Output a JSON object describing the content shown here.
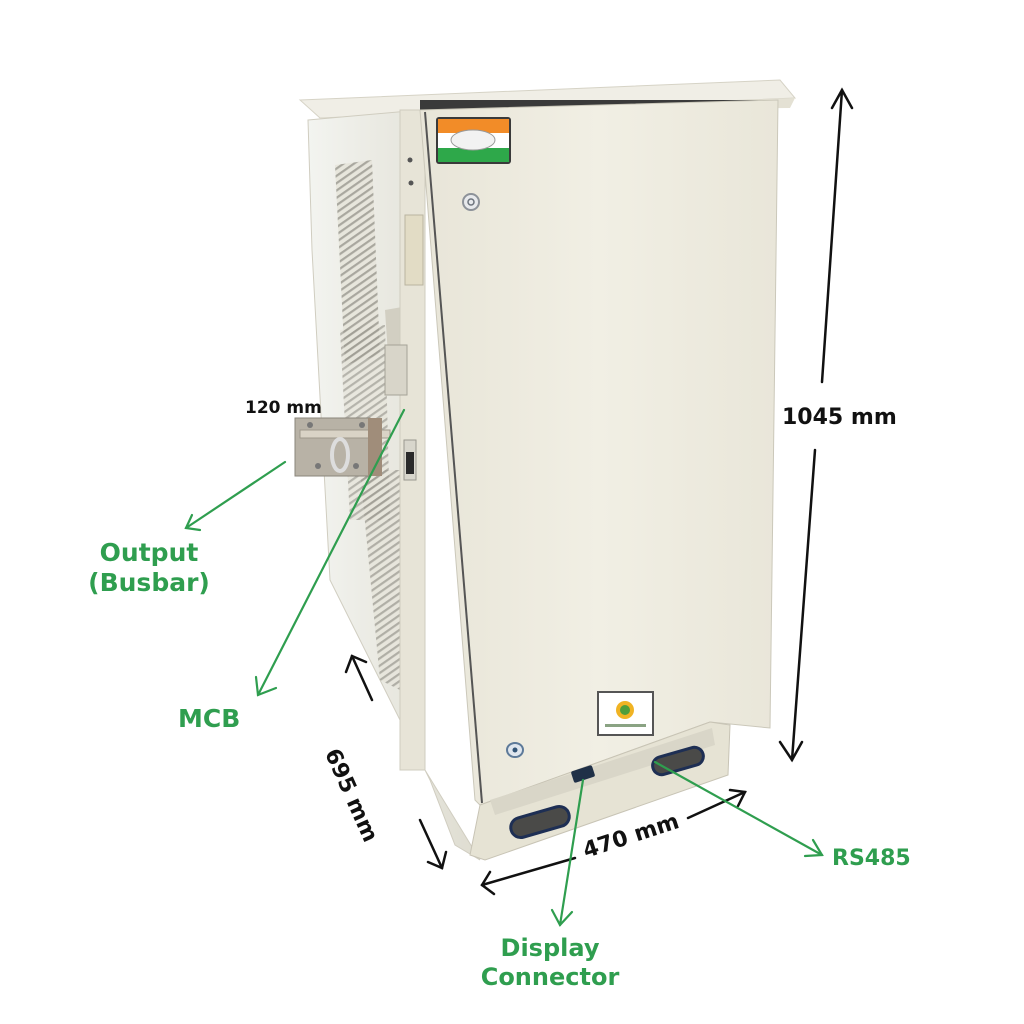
{
  "colors": {
    "callout_green": "#2f9e4f",
    "dimension_black": "#111111",
    "cabinet_body": "#ece9dc",
    "cabinet_side": "#e2e0d4",
    "cabinet_shadow": "#c9c6b8",
    "background": "#ffffff"
  },
  "product": {
    "name": "Outdoor electrical cabinet enclosure",
    "front_logo": "tricolor-lion-logo",
    "bottom_badge": "sun-leaf-logo-badge"
  },
  "dimensions": {
    "height": "1045 mm",
    "width": "470 mm",
    "depth": "695 mm",
    "busbar_projection": "120 mm"
  },
  "callouts": {
    "output_line1": "Output",
    "output_line2": "(Busbar)",
    "mcb": "MCB",
    "rs485": "RS485",
    "display_line1": "Display",
    "display_line2": "Connector"
  }
}
